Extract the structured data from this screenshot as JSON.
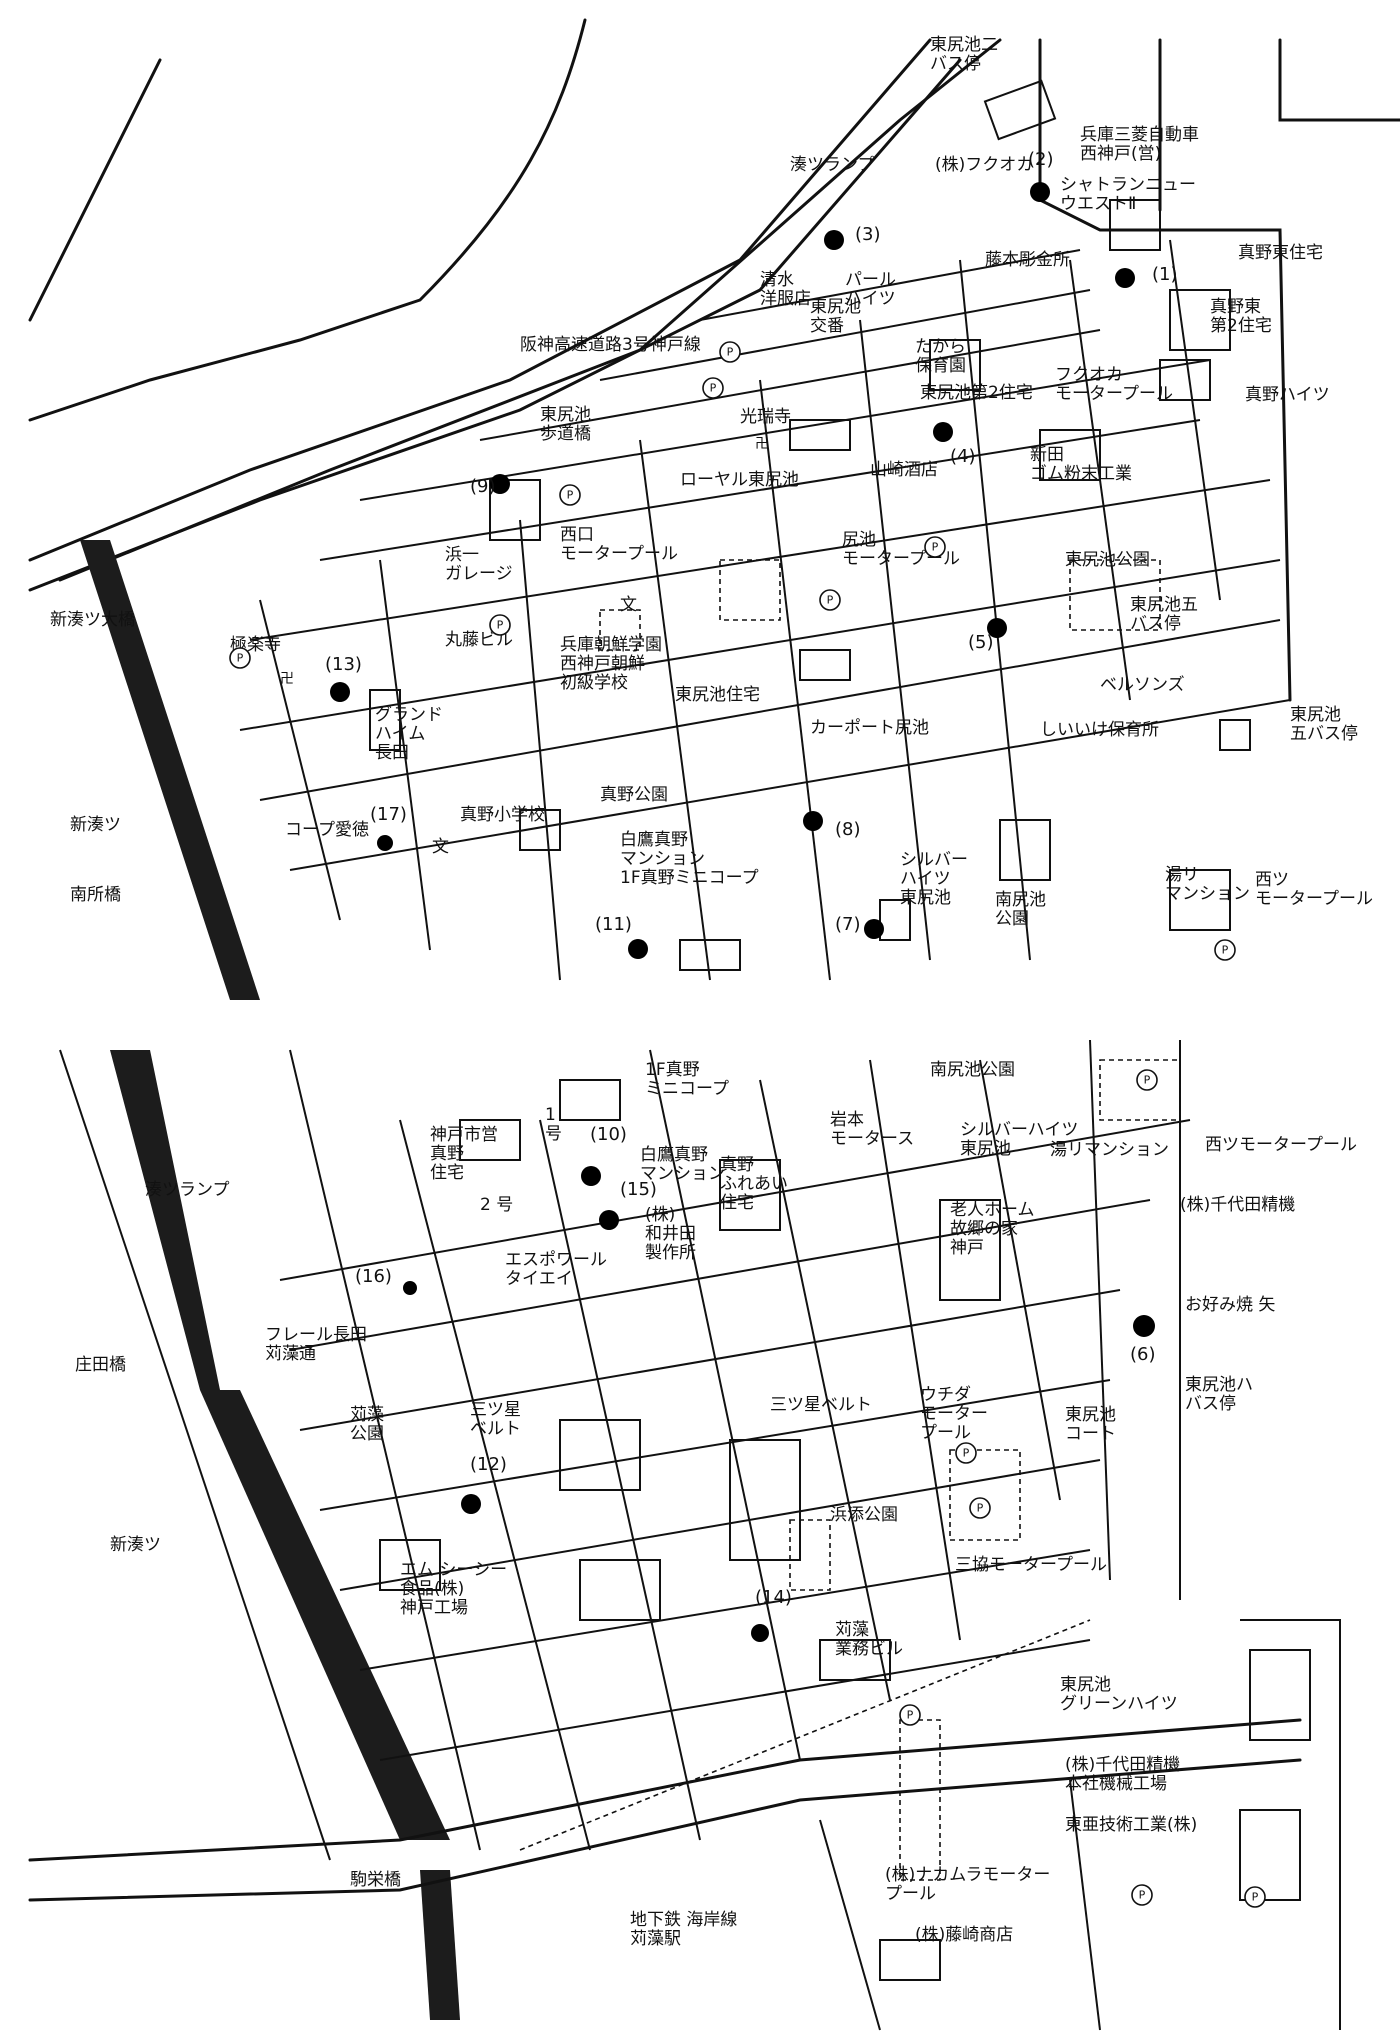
{
  "panels": {
    "top": {
      "landmarks": [
        {
          "id": "bus-ni",
          "label": "東尻池二\nバス停"
        },
        {
          "id": "mitsubishi",
          "label": "兵庫三菱自動車\n西神戸(営)"
        },
        {
          "id": "chateau",
          "label": "シャトランニュー\nウエストⅡ"
        },
        {
          "id": "fukuoka",
          "label": "(株)フクオカ"
        },
        {
          "id": "fujimoto",
          "label": "藤本彫金所"
        },
        {
          "id": "mano-higashi",
          "label": "真野東住宅"
        },
        {
          "id": "mano-higashi2",
          "label": "真野東\n第2住宅"
        },
        {
          "id": "mano-heights",
          "label": "真野ハイツ"
        },
        {
          "id": "shimizu",
          "label": "清水\n洋服店"
        },
        {
          "id": "koban",
          "label": "東尻池\n交番"
        },
        {
          "id": "pearl",
          "label": "パール\nハイツ"
        },
        {
          "id": "takara",
          "label": "たから\n保育園"
        },
        {
          "id": "h2-jutaku",
          "label": "東尻池第2住宅"
        },
        {
          "id": "fukuoka-pool",
          "label": "フクオカ\nモータープール"
        },
        {
          "id": "shinden",
          "label": "新田\nゴム粉末工業"
        },
        {
          "id": "kotanji",
          "label": "光瑞寺"
        },
        {
          "id": "royal",
          "label": "ローヤル東尻池"
        },
        {
          "id": "yamazaki",
          "label": "山崎酒店"
        },
        {
          "id": "hodokyo",
          "label": "東尻池\n歩道橋"
        },
        {
          "id": "hama-garage",
          "label": "浜一\nガレージ"
        },
        {
          "id": "nishiguchi",
          "label": "西口\nモータープール"
        },
        {
          "id": "jiri-pool",
          "label": "尻池\nモータープール"
        },
        {
          "id": "park",
          "label": "東尻池公園"
        },
        {
          "id": "bus-go",
          "label": "東尻池五\nバス停"
        },
        {
          "id": "gokuraku",
          "label": "極楽寺"
        },
        {
          "id": "marufuji",
          "label": "丸藤ビル"
        },
        {
          "id": "chosen",
          "label": "兵庫朝鮮学園\n西神戸朝鮮\n初級学校"
        },
        {
          "id": "h-jutaku",
          "label": "東尻池住宅"
        },
        {
          "id": "grand",
          "label": "グランド\nハイム\n長田"
        },
        {
          "id": "bellsons",
          "label": "ベルソンズ"
        },
        {
          "id": "bus-go2",
          "label": "東尻池\n五バス停"
        },
        {
          "id": "carport",
          "label": "カーポート尻池"
        },
        {
          "id": "shiiike",
          "label": "しいいけ保育所"
        },
        {
          "id": "coop",
          "label": "コープ愛徳"
        },
        {
          "id": "mano-sho",
          "label": "真野小学校"
        },
        {
          "id": "mano-park",
          "label": "真野公園"
        },
        {
          "id": "shiratori",
          "label": "白鷹真野\nマンション\n1F真野ミニコープ"
        },
        {
          "id": "silver",
          "label": "シルバー\nハイツ\n東尻池"
        },
        {
          "id": "minami-park",
          "label": "南尻池\n公園"
        },
        {
          "id": "yuri",
          "label": "湯リ\nマンション"
        },
        {
          "id": "nishiri-pool",
          "label": "西ツ\nモータープール"
        },
        {
          "id": "shinminato",
          "label": "新湊ツ"
        },
        {
          "id": "nansho",
          "label": "南所橋"
        },
        {
          "id": "ohashi",
          "label": "新湊ツ大橋"
        },
        {
          "id": "hanshin",
          "label": "阪神高速道路3号神戸線"
        },
        {
          "id": "ramp",
          "label": "湊ツランプ"
        }
      ],
      "numbers": [
        "(1)",
        "(2)",
        "(3)",
        "(4)",
        "(5)",
        "(7)",
        "(8)",
        "(9)",
        "(11)",
        "(13)",
        "(17)"
      ]
    },
    "bottom": {
      "landmarks": [
        {
          "id": "minami-park2",
          "label": "南尻池公園"
        },
        {
          "id": "coop2",
          "label": "1F真野\nミニコープ"
        },
        {
          "id": "shiei",
          "label": "神戸市営\n真野\n住宅"
        },
        {
          "id": "go1",
          "label": "1\n号"
        },
        {
          "id": "go2",
          "label": "2 号"
        },
        {
          "id": "shiratori2",
          "label": "白鷹真野\nマンション"
        },
        {
          "id": "iwamoto",
          "label": "岩本\nモータース"
        },
        {
          "id": "silver2",
          "label": "シルバーハイツ\n東尻池"
        },
        {
          "id": "yuri2",
          "label": "湯リマンション"
        },
        {
          "id": "nishi-pool2",
          "label": "西ツモータープール"
        },
        {
          "id": "fureai",
          "label": "真野\nふれあい\n住宅"
        },
        {
          "id": "wakaida",
          "label": "(株)\n和井田\n製作所"
        },
        {
          "id": "rojin",
          "label": "老人ホーム\n故郷の家\n神戸"
        },
        {
          "id": "chiyoda",
          "label": "(株)千代田精機"
        },
        {
          "id": "espoir",
          "label": "エスポワール\nタイエイ"
        },
        {
          "id": "okonomi",
          "label": "お好み焼 矢"
        },
        {
          "id": "fleur",
          "label": "フレール長田\n苅藻通"
        },
        {
          "id": "karumo-park",
          "label": "苅藻\n公園"
        },
        {
          "id": "mitsuboshi1",
          "label": "三ツ星\nベルト"
        },
        {
          "id": "mitsuboshi2",
          "label": "三ツ星ベルト"
        },
        {
          "id": "uchida",
          "label": "ウチダ\nモーター\nプール"
        },
        {
          "id": "h-court",
          "label": "東尻池\nコート"
        },
        {
          "id": "bus-hachi",
          "label": "東尻池ハ\nバス停"
        },
        {
          "id": "hamazoe",
          "label": "浜添公園"
        },
        {
          "id": "sankyo",
          "label": "三協モータープール"
        },
        {
          "id": "mcc",
          "label": "エム シーシー\n食品(株)\n神戸工場"
        },
        {
          "id": "karumo-bldg",
          "label": "苅藻\n業務ビル"
        },
        {
          "id": "green",
          "label": "東尻池\nグリーンハイツ"
        },
        {
          "id": "chiyoda2",
          "label": "(株)千代田精機\n本社機械工場"
        },
        {
          "id": "toa",
          "label": "東亜技術工業(株)"
        },
        {
          "id": "nakamura",
          "label": "(株)ナカムラモーター\nプール"
        },
        {
          "id": "fujisaki",
          "label": "(株)藤崎商店"
        },
        {
          "id": "subway",
          "label": "地下鉄 海岸線\n苅藻駅"
        },
        {
          "id": "komagabashi",
          "label": "駒栄橋"
        },
        {
          "id": "shinminato2",
          "label": "新湊ツ"
        },
        {
          "id": "shoda",
          "label": "庄田橋"
        },
        {
          "id": "ramp2",
          "label": "湊ツランプ"
        }
      ],
      "numbers": [
        "(6)",
        "(10)",
        "(12)",
        "(14)",
        "(15)",
        "(16)"
      ]
    }
  },
  "icons": {
    "parking": "P",
    "school": "文",
    "temple": "卍"
  }
}
